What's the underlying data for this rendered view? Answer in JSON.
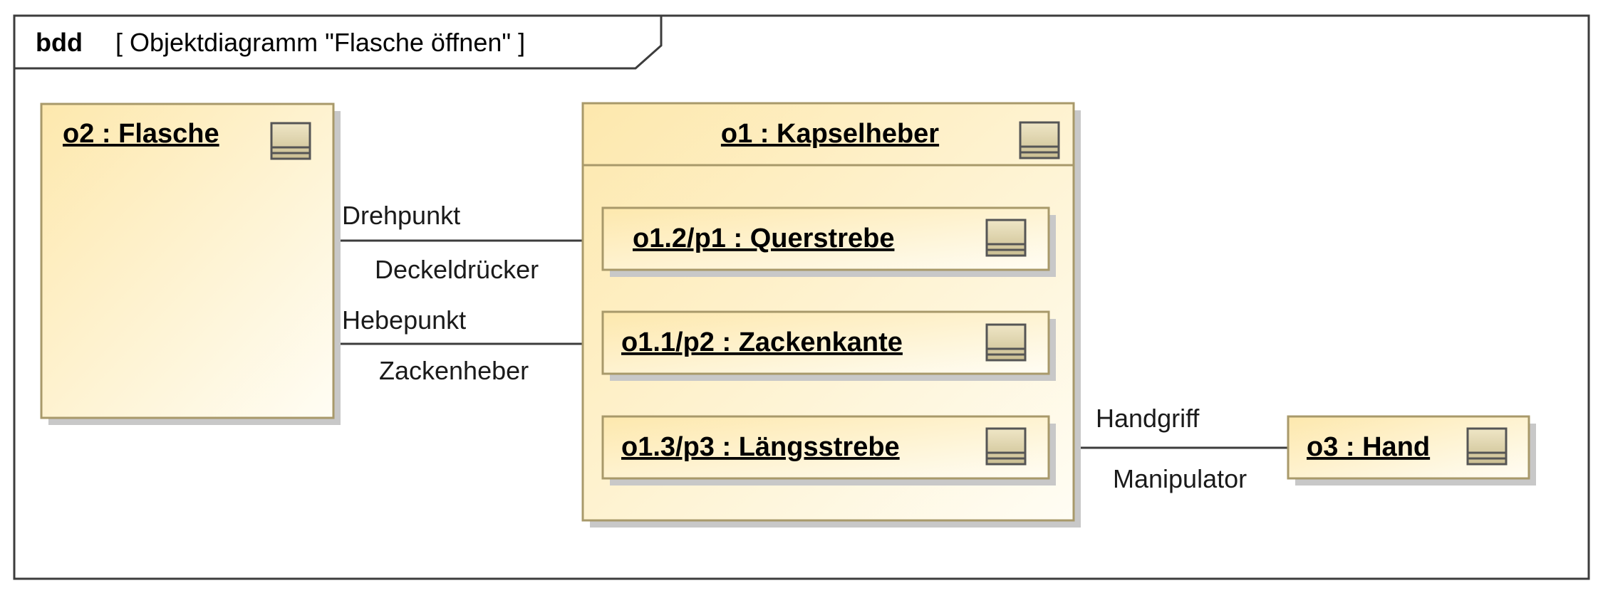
{
  "frame": {
    "kind": "bdd",
    "title": "[ Objektdiagramm \"Flasche öffnen\" ]"
  },
  "objects": {
    "flasche": {
      "label": "o2 : Flasche"
    },
    "kapselheber": {
      "label": "o1 : Kapselheber"
    },
    "querstrebe": {
      "label": "o1.2/p1 : Querstrebe"
    },
    "zackenkante": {
      "label": "o1.1/p2 : Zackenkante"
    },
    "laengsstrebe": {
      "label": "o1.3/p3 : Längsstrebe"
    },
    "hand": {
      "label": "o3 : Hand"
    }
  },
  "links": {
    "flasche_querstrebe": {
      "end_a": "Drehpunkt",
      "end_b": "Deckeldrücker"
    },
    "flasche_zackenkante": {
      "end_a": "Hebepunkt",
      "end_b": "Zackenheber"
    },
    "laengsstrebe_hand": {
      "end_a": "Handgriff",
      "end_b": "Manipulator"
    }
  },
  "colors": {
    "fill_light": "#fffdf3",
    "fill_dark": "#fde9b0",
    "border": "#a8996a",
    "shadow": "#c8c8c8",
    "line": "#3c3c3c",
    "icon_fill": "#d9cfa9"
  }
}
